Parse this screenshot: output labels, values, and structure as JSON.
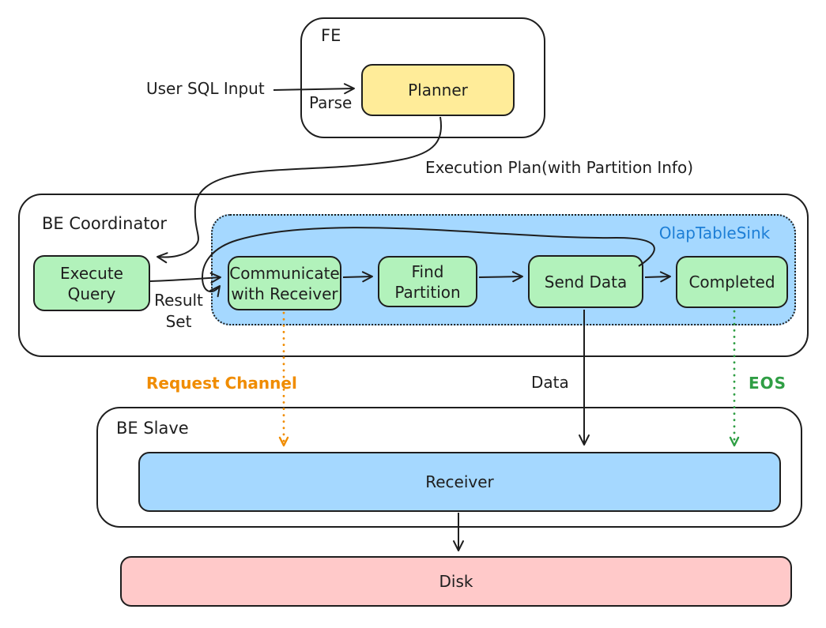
{
  "colors": {
    "stroke": "#1e1e1e",
    "planner_fill": "#ffec99",
    "step_fill": "#b2f2bb",
    "sink_fill": "#a5d8ff",
    "receiver_fill": "#a5d8ff",
    "disk_fill": "#ffc9c9",
    "sink_label": "#1c7ed6",
    "request_channel": "#f08c00",
    "eos": "#2f9e44"
  },
  "fe": {
    "label": "FE",
    "planner": "Planner"
  },
  "annotations": {
    "user_sql_input": "User SQL Input",
    "parse": "Parse",
    "execution_plan": "Execution Plan(with Partition Info)",
    "result_set": "Result\nSet",
    "request_channel": "Request Channel",
    "data": "Data",
    "eos": "EOS"
  },
  "be_coordinator": {
    "label": "BE Coordinator",
    "execute_query": "Execute\nQuery",
    "olap_table_sink": {
      "label": "OlapTableSink",
      "steps": [
        "Communicate\nwith Receiver",
        "Find\nPartition",
        "Send Data",
        "Completed"
      ]
    }
  },
  "be_slave": {
    "label": "BE Slave",
    "receiver": "Receiver"
  },
  "disk": {
    "label": "Disk"
  }
}
